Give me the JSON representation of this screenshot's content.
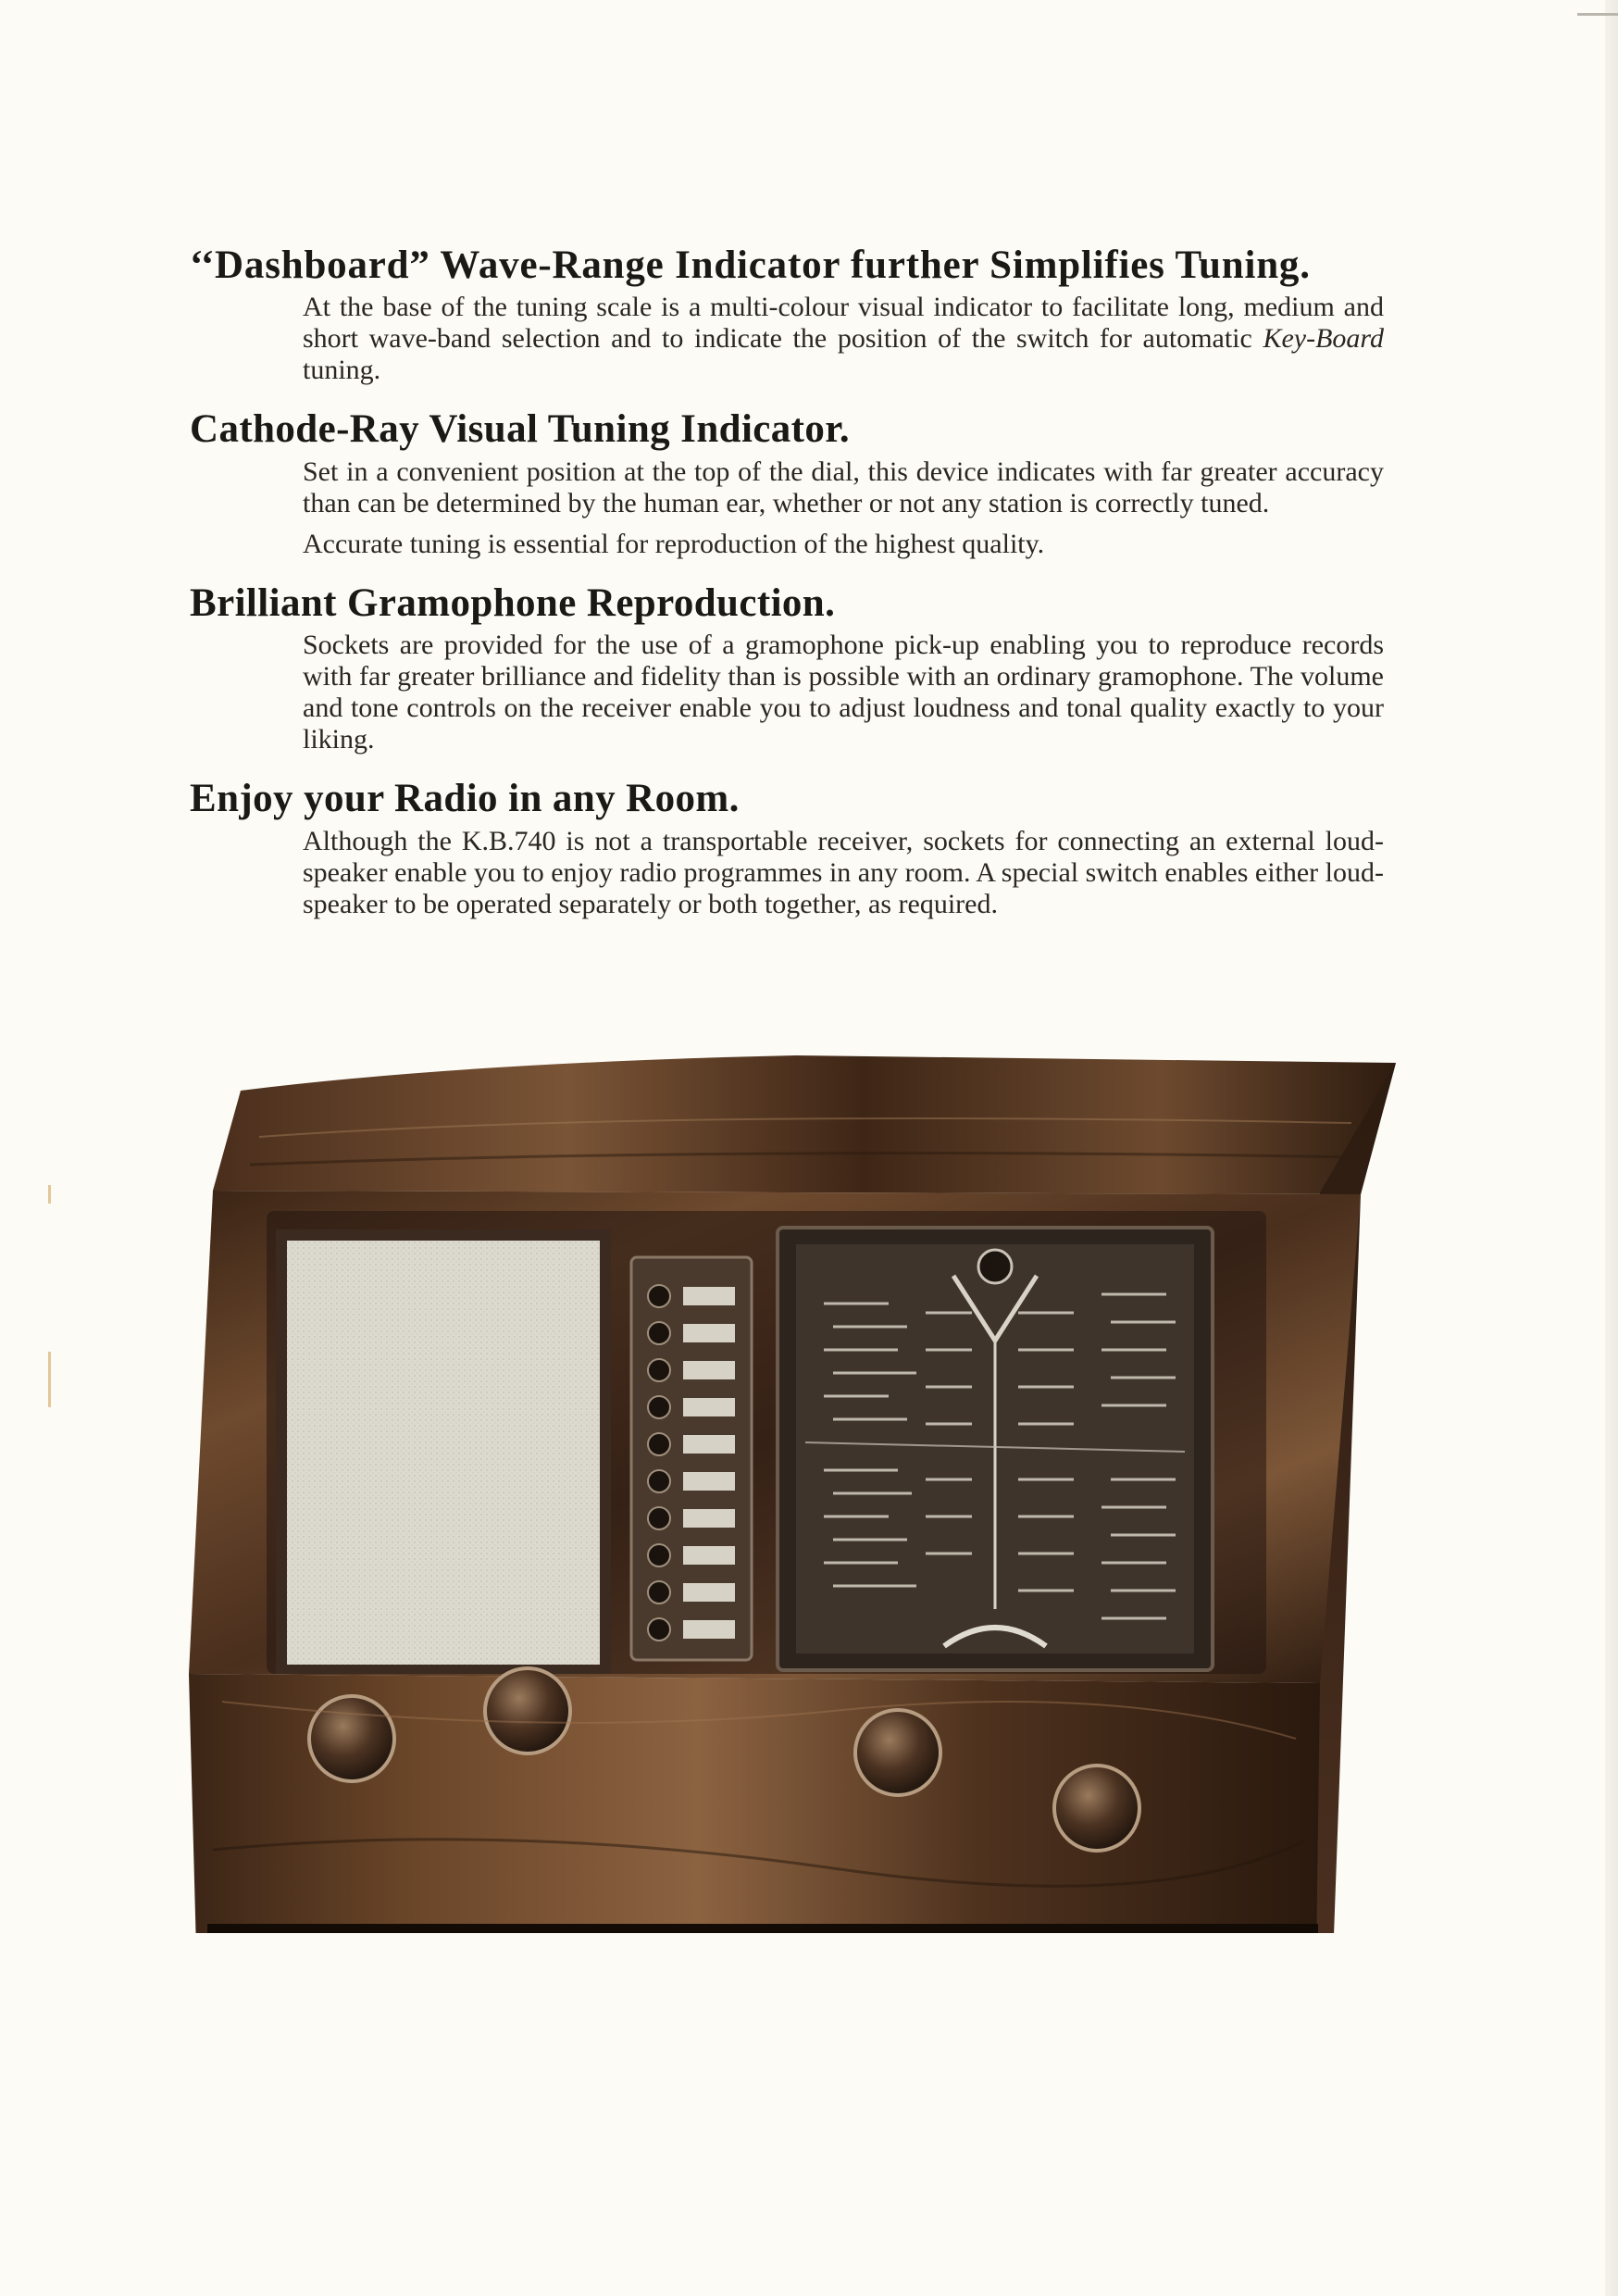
{
  "sections": [
    {
      "heading": "‘‘Dashboard” Wave-Range Indicator further Simplifies Tuning.",
      "paragraphs": [
        {
          "before": "At the base of the tuning scale is a multi-colour visual indicator to facilitate long, medium and short wave-band selection and to indicate the position of the switch for automatic ",
          "emphasis": "Key-Board",
          "after": " tuning."
        }
      ]
    },
    {
      "heading": "Cathode-Ray Visual Tuning Indicator.",
      "paragraphs": [
        "Set in a convenient position at the top of the dial, this device indicates with far greater accuracy than can be determined by the human ear, whether or not any station is correctly tuned.",
        "Accurate tuning is essential for reproduction of the highest quality."
      ]
    },
    {
      "heading": "Brilliant Gramophone Reproduction.",
      "paragraphs": [
        "Sockets are provided for the use of a gramophone pick-up enabling you to reproduce records with far greater brilliance and fidelity than is possible with an ordinary gramophone. The volume and tone controls on the receiver enable you to adjust loudness and tonal quality exactly to your liking."
      ]
    },
    {
      "heading": "Enjoy your Radio in any Room.",
      "paragraphs": [
        "Although the K.B.740 is not a transportable receiver, sockets for connecting an external loud-speaker enable you to enjoy radio programmes in any room. A special switch enables either loud-speaker to be operated separately or both together, as required."
      ]
    }
  ],
  "colors": {
    "paper": "#fcfbf6",
    "ink": "#1d1b18",
    "wood_dark": "#2a1a10",
    "wood_mid": "#5b3a24",
    "wood_light": "#8a6240",
    "speaker_cloth": "#d9d6cc",
    "dial_panel": "#3c3028"
  }
}
